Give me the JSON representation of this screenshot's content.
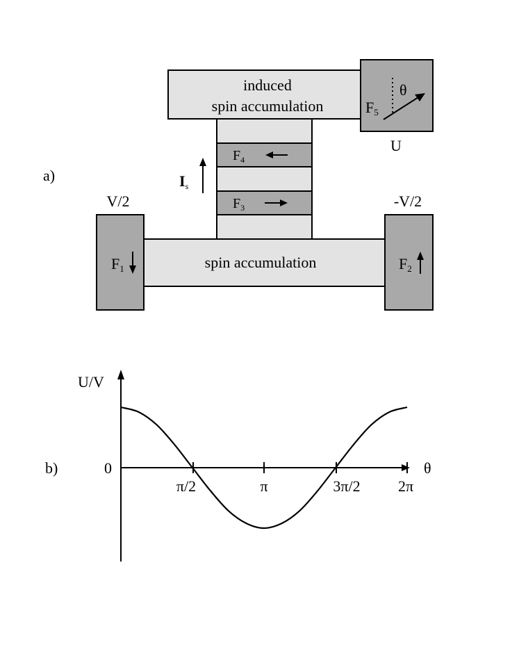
{
  "panel_a": {
    "label": "a)",
    "induced_line1": "induced",
    "induced_line2": "spin accumulation",
    "spin_accumulation": "spin accumulation",
    "left_voltage": "V/2",
    "right_voltage": "-V/2",
    "f5_voltage": "U",
    "f1": {
      "letter": "F",
      "sub": "1"
    },
    "f2": {
      "letter": "F",
      "sub": "2"
    },
    "f3": {
      "letter": "F",
      "sub": "3"
    },
    "f4": {
      "letter": "F",
      "sub": "4"
    },
    "f5": {
      "letter": "F",
      "sub": "5"
    },
    "angle_symbol": "θ",
    "current": {
      "letter": "I",
      "sub": "s"
    },
    "colors": {
      "light": "#e3e3e3",
      "dark": "#a9a9a9",
      "line": "#000000"
    }
  },
  "panel_b": {
    "label": "b)",
    "ylabel": "U/V",
    "xlabel": "θ",
    "zero_label": "0",
    "ticks": [
      "π/2",
      "π",
      "3π/2",
      "2π"
    ]
  },
  "chart_data": {
    "type": "line",
    "title": "",
    "xlabel": "θ",
    "ylabel": "U/V",
    "x_ticks": [
      "π/2",
      "π",
      "3π/2",
      "2π"
    ],
    "x_tick_values": [
      1.5708,
      3.1416,
      4.7124,
      6.2832
    ],
    "xlim": [
      0,
      6.2832
    ],
    "series": [
      {
        "x": [
          0,
          0.3927,
          0.7854,
          1.1781,
          1.5708,
          1.9635,
          2.3562,
          2.7489,
          3.1416,
          3.5343,
          3.927,
          4.3197,
          4.7124,
          5.1051,
          5.4978,
          5.8905,
          6.2832
        ],
        "y": [
          1.0,
          0.92,
          0.71,
          0.38,
          0.0,
          -0.38,
          -0.71,
          -0.92,
          -1.0,
          -0.92,
          -0.71,
          -0.38,
          0.0,
          0.38,
          0.71,
          0.92,
          1.0
        ]
      }
    ],
    "grid": false
  }
}
